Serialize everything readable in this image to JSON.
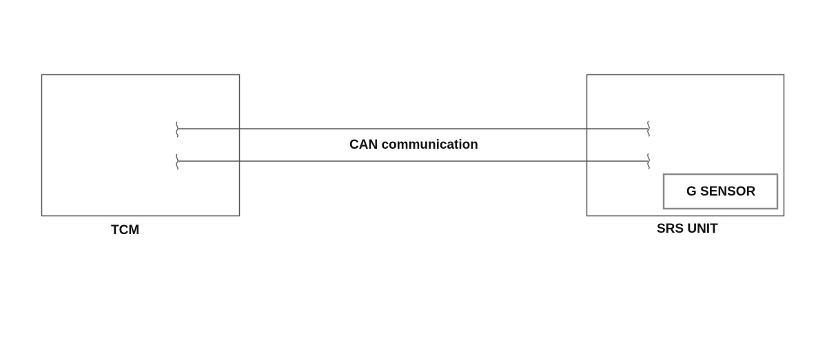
{
  "modules": {
    "tcm": {
      "label": "TCM"
    },
    "srs": {
      "label": "SRS UNIT"
    },
    "g_sensor": {
      "label": "G SENSOR"
    }
  },
  "bus": {
    "label": "CAN communication",
    "line_count": 2
  },
  "colors": {
    "line": "#555555",
    "gsensor_border": "#888888",
    "text": "#111111"
  }
}
